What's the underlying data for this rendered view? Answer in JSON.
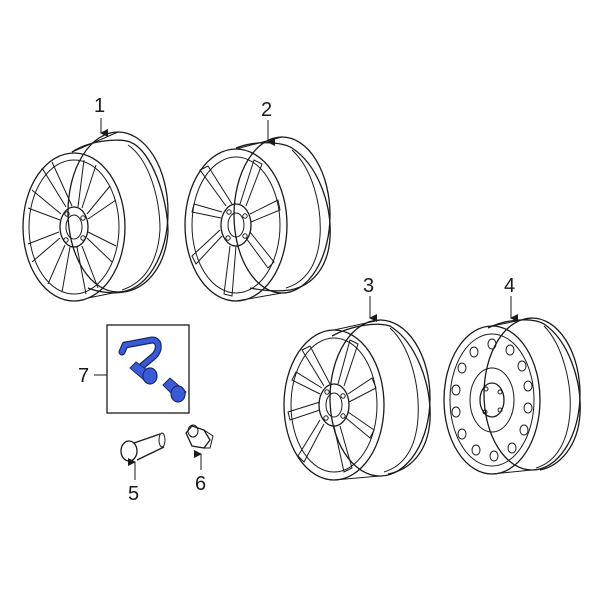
{
  "diagram": {
    "callouts": [
      {
        "id": "1",
        "label": "1"
      },
      {
        "id": "2",
        "label": "2"
      },
      {
        "id": "3",
        "label": "3"
      },
      {
        "id": "4",
        "label": "4"
      },
      {
        "id": "5",
        "label": "5"
      },
      {
        "id": "6",
        "label": "6"
      },
      {
        "id": "7",
        "label": "7"
      }
    ],
    "highlight_color": "#3a5bd9",
    "line_color": "#1a1a1a"
  }
}
